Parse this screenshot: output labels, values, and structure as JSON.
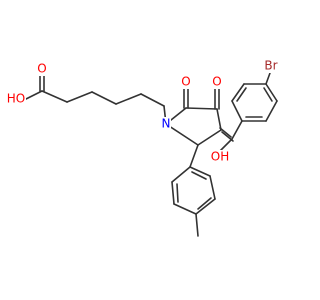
{
  "diagram": {
    "type": "skeletal-structure",
    "colors": {
      "bond": "#333333",
      "oxygen": "#ff0000",
      "nitrogen": "#0000ff",
      "bromine": "#a52a2a"
    },
    "atom_labels": {
      "acid_oh": "HO",
      "acid_carbonyl_o": "O",
      "ring_n": "N",
      "lactam_o": "O",
      "ketone_o": "O",
      "enol_oh": "OH",
      "bromine": "Br"
    }
  }
}
